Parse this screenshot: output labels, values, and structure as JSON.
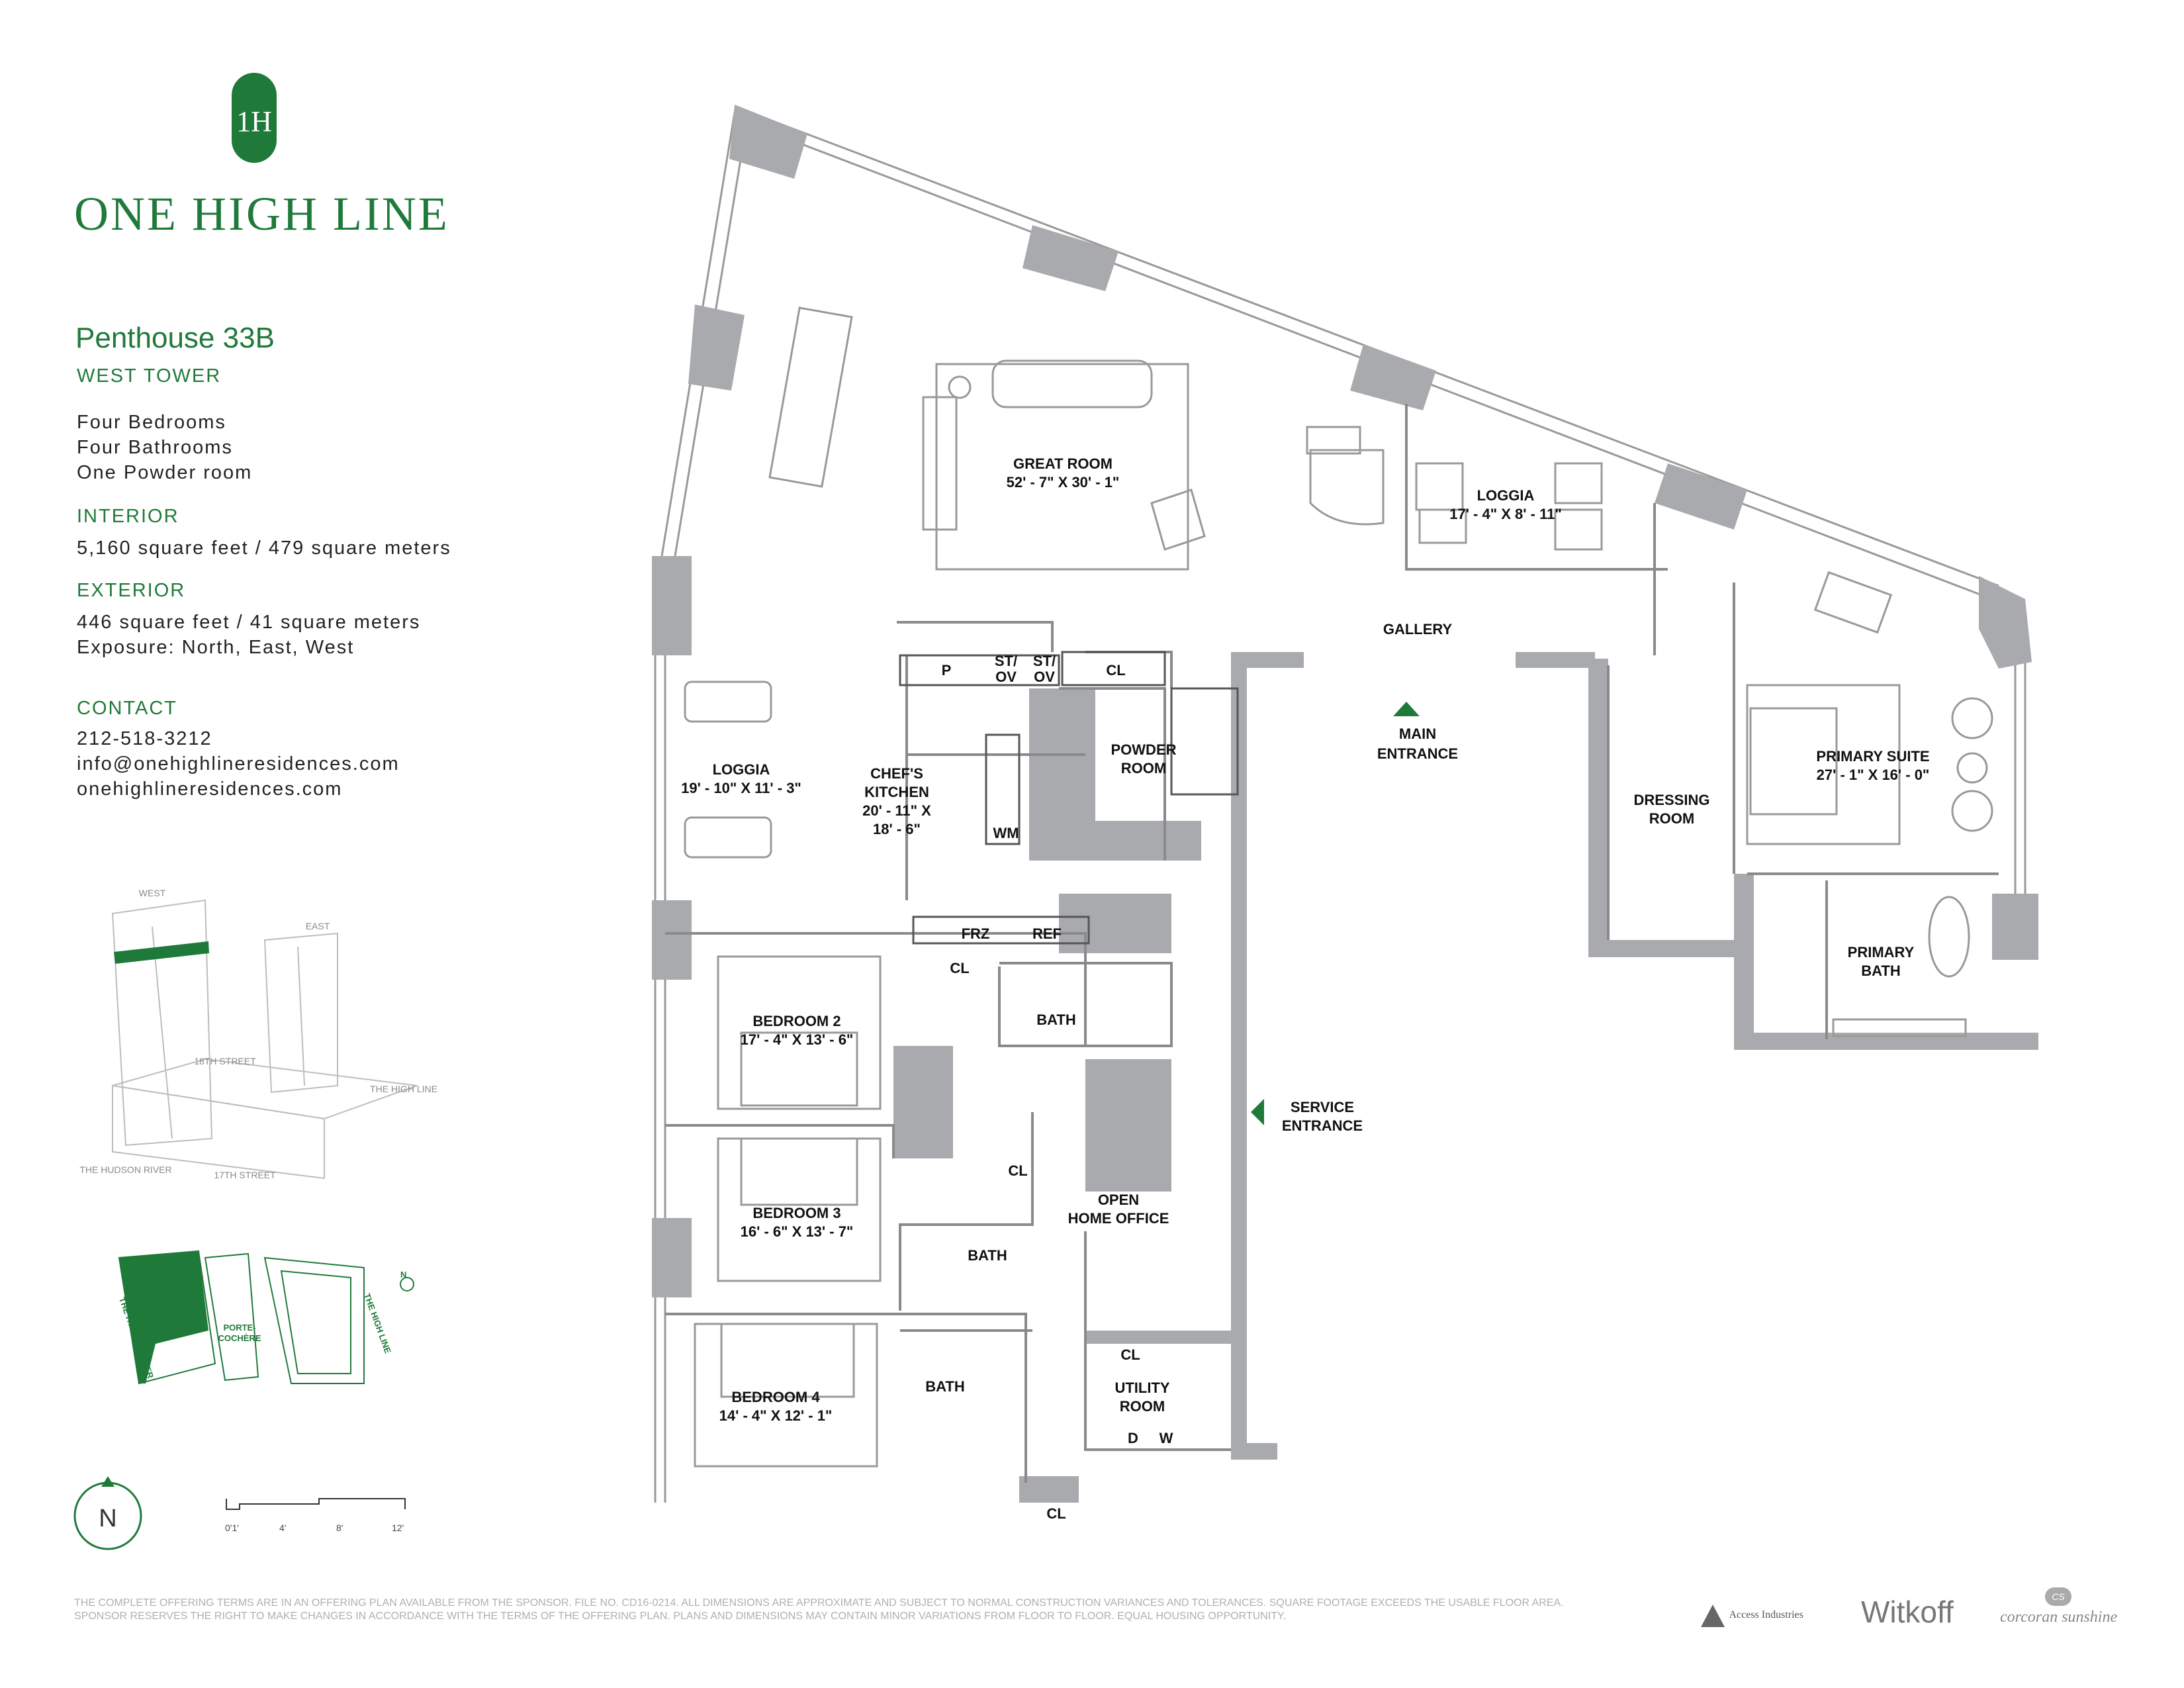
{
  "brand": {
    "monogram": "1H",
    "name": "ONE HIGH LINE"
  },
  "unit": {
    "title": "Penthouse 33B",
    "tower": "WEST TOWER"
  },
  "features": [
    "Four Bedrooms",
    "Four Bathrooms",
    "One Powder room"
  ],
  "interior": {
    "heading": "INTERIOR",
    "value": "5,160 square feet / 479 square meters"
  },
  "exterior": {
    "heading": "EXTERIOR",
    "value": "446 square feet / 41 square meters",
    "exposure": "Exposure: North, East, West"
  },
  "contact": {
    "heading": "CONTACT",
    "phone": "212-518-3212",
    "email": "info@onehighlineresidences.com",
    "website": "onehighlineresidences.com"
  },
  "building_diagram": {
    "west": "WEST",
    "east": "EAST",
    "street_18": "18TH STREET",
    "high_line": "THE HIGH LINE",
    "hudson_river": "THE HUDSON RIVER",
    "street_17": "17TH STREET"
  },
  "site_plan": {
    "hudson_river": "THE HUDSON RIVER",
    "porte_cochere_1": "PORTE-",
    "porte_cochere_2": "COCHÈRE",
    "high_line": "THE HIGH LINE",
    "north_short": "N"
  },
  "compass": {
    "label": "N"
  },
  "scale": {
    "ticks": [
      "0'1'",
      "4'",
      "8'",
      "12'"
    ]
  },
  "rooms": {
    "great_room": {
      "name": "GREAT ROOM",
      "dims": "52' - 7\" X 30' - 1\""
    },
    "loggia_north": {
      "name": "LOGGIA",
      "dims": "17' - 4\" X 8' - 11\""
    },
    "gallery": {
      "name": "GALLERY"
    },
    "main_entrance": {
      "line1": "MAIN",
      "line2": "ENTRANCE"
    },
    "loggia_west": {
      "name": "LOGGIA",
      "dims": "19' - 10\" X 11' - 3\""
    },
    "kitchen": {
      "line1": "CHEF'S",
      "line2": "KITCHEN",
      "line3": "20' - 11\" X",
      "line4": "18' - 6\""
    },
    "kitchen_p": "P",
    "kitchen_stov1_a": "ST/",
    "kitchen_stov1_b": "OV",
    "kitchen_stov2_a": "ST/",
    "kitchen_stov2_b": "OV",
    "kitchen_cl": "CL",
    "wm": "WM",
    "powder": {
      "line1": "POWDER",
      "line2": "ROOM"
    },
    "frz": "FRZ",
    "ref": "REF",
    "cl_bed2": "CL",
    "bedroom2": {
      "name": "BEDROOM 2",
      "dims": "17' - 4\" X 13' - 6\""
    },
    "bath_bed2": "BATH",
    "bedroom3": {
      "name": "BEDROOM 3",
      "dims": "16' - 6\" X 13' - 7\""
    },
    "cl_bed3": "CL",
    "bath_bed3": "BATH",
    "bedroom4": {
      "name": "BEDROOM 4",
      "dims": "14' - 4\" X 12' - 1\""
    },
    "bath_bed4": "BATH",
    "cl_bed4": "CL",
    "office": {
      "line1": "OPEN",
      "line2": "HOME OFFICE"
    },
    "service_entrance": {
      "line1": "SERVICE",
      "line2": "ENTRANCE"
    },
    "cl_utility": "CL",
    "utility": {
      "line1": "UTILITY",
      "line2": "ROOM"
    },
    "dryer": "D",
    "washer": "W",
    "dressing": {
      "line1": "DRESSING",
      "line2": "ROOM"
    },
    "primary_suite": {
      "name": "PRIMARY SUITE",
      "dims": "27' - 1\" X 16' - 0\""
    },
    "primary_bath": {
      "line1": "PRIMARY",
      "line2": "BATH"
    }
  },
  "disclaimer": "THE COMPLETE OFFERING TERMS ARE IN AN OFFERING PLAN AVAILABLE FROM THE SPONSOR. FILE NO. CD16-0214. ALL DIMENSIONS ARE APPROXIMATE AND SUBJECT TO NORMAL CONSTRUCTION VARIANCES AND TOLERANCES. SQUARE FOOTAGE EXCEEDS THE USABLE FLOOR AREA. SPONSOR RESERVES THE RIGHT TO MAKE CHANGES IN ACCORDANCE WITH THE TERMS OF THE OFFERING PLAN. PLANS AND DIMENSIONS MAY CONTAIN MINOR VARIATIONS FROM FLOOR TO FLOOR. EQUAL HOUSING OPPORTUNITY.",
  "partners": {
    "access": "Access Industries",
    "witkoff": "Witkoff",
    "corcoran_mark": "CS",
    "corcoran": "corcoran sunshine"
  },
  "colors": {
    "brand_green": "#1f7a3a",
    "wall_gray": "#a8aaad",
    "line_gray": "#888888"
  }
}
